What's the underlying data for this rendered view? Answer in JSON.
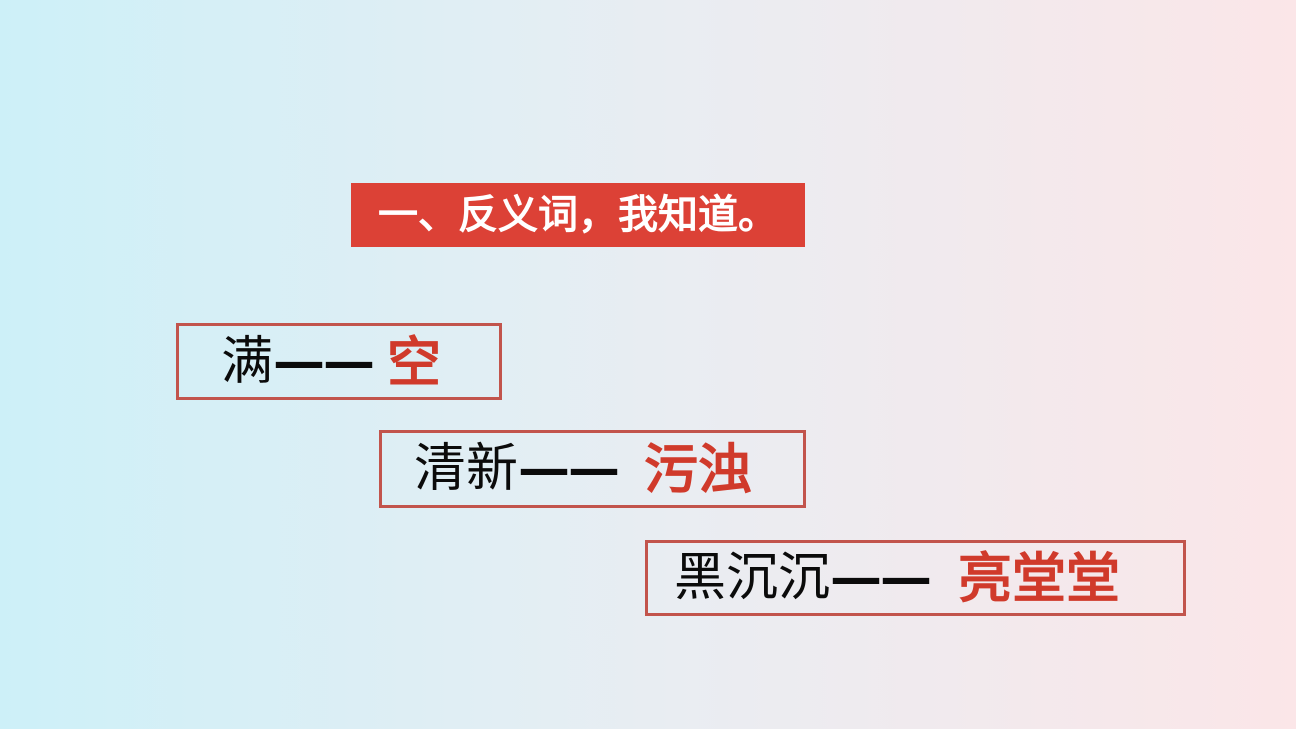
{
  "banner": {
    "label": "一、反义词，我知道。"
  },
  "pairs": [
    {
      "word": "满",
      "dash": "——",
      "antonym": "空"
    },
    {
      "word": "清新",
      "dash": "——",
      "antonym": "污浊"
    },
    {
      "word": "黑沉沉",
      "dash": "——",
      "antonym": "亮堂堂"
    }
  ],
  "colors": {
    "banner_bg": "#dc4136",
    "banner_text": "#ffffff",
    "box_border": "#c2544c",
    "word_text": "#0b0b0b",
    "antonym_text": "#d03a2b",
    "background_left": "#cdf0f8",
    "background_right": "#fbe6e8"
  }
}
